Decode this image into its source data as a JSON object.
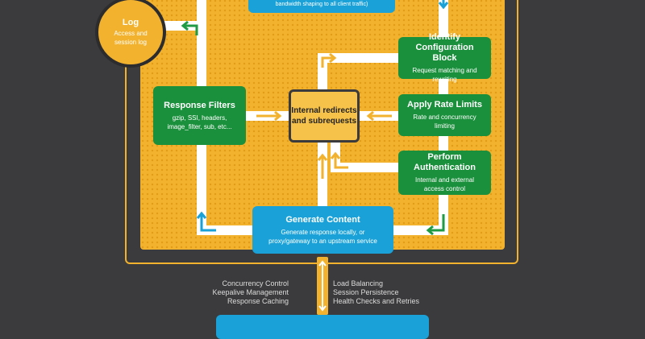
{
  "top_box": {
    "desc": "bandwidth shaping to all client traffic)"
  },
  "log": {
    "title": "Log",
    "desc": "Access and session log"
  },
  "identify": {
    "title": "Identify Configuration Block",
    "desc": "Request matching and rewriting"
  },
  "rate_limits": {
    "title": "Apply Rate Limits",
    "desc": "Rate and concurrency limiting"
  },
  "auth": {
    "title": "Perform Authentication",
    "desc": "Internal and external access control"
  },
  "response_filters": {
    "title": "Response Filters",
    "desc": "gzip, SSI, headers, image_filter, sub, etc..."
  },
  "internal": {
    "title": "Internal redirects and subrequests"
  },
  "generate": {
    "title": "Generate Content",
    "desc": "Generate response locally, or proxy/gateway to an upstream service"
  },
  "left_features": [
    "Concurrency Control",
    "Keepalive Management",
    "Response Caching"
  ],
  "right_features": [
    "Load Balancing",
    "Session Persistence",
    "Health Checks and Retries"
  ],
  "colors": {
    "panel": "#f2b22d",
    "background": "#3b3b3d",
    "green": "#1a8f3c",
    "blue": "#1aa2d8",
    "arrow_green": "#1f9a45",
    "arrow_blue": "#1aa2d8",
    "arrow_orange": "#f2b22d"
  }
}
